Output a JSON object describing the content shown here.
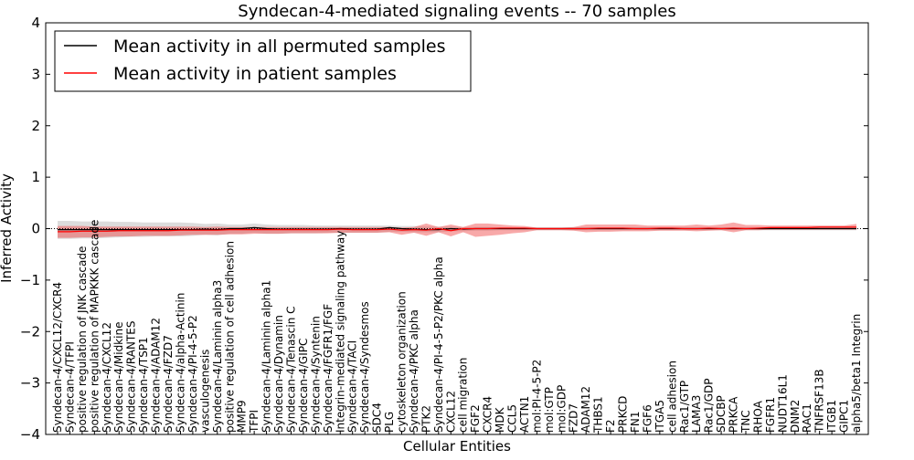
{
  "chart_data": {
    "type": "line",
    "title": "Syndecan-4-mediated signaling events -- 70 samples",
    "xlabel": "Cellular Entities",
    "ylabel": "Inferred Activity",
    "ylim": [
      -4,
      4
    ],
    "yticks": [
      "−4",
      "−3",
      "−2",
      "−1",
      "0",
      "1",
      "2",
      "3",
      "4"
    ],
    "grid": false,
    "legend_position": "top-left",
    "categories": [
      "Syndecan-4/CXCL12/CXCR4",
      "Syndecan-4/TFPI",
      "positive regulation of JNK cascade",
      "positive regulation of MAPKKK cascade",
      "Syndecan-4/CXCL12",
      "Syndecan-4/Midkine",
      "Syndecan-4/RANTES",
      "Syndecan-4/TSP1",
      "Syndecan-4/ADAM12",
      "Syndecan-4/FZD7",
      "Syndecan-4/alpha-Actinin",
      "Syndecan-4/PI-4-5-P2",
      "vasculogenesis",
      "Syndecan-4/Laminin alpha3",
      "positive regulation of cell adhesion",
      "MMP9",
      "TFPI",
      "Syndecan-4/Laminin alpha1",
      "Syndecan-4/Dynamin",
      "Syndecan-4/Tenascin C",
      "Syndecan-4/GIPC",
      "Syndecan-4/Syntenin",
      "Syndecan-4/FGFR1/FGF",
      "Integrin-mediated signaling pathway",
      "Syndecan-4/TACI",
      "Syndecan-4/Syndesmos",
      "SDC4",
      "PLG",
      "cytoskeleton organization",
      "Syndecan-4/PKC alpha",
      "PTK2",
      "Syndecan-4/PI-4-5-P2/PKC alpha",
      "CXCL12",
      "cell migration",
      "FGF2",
      "CXCR4",
      "MDK",
      "CCL5",
      "ACTN1",
      "mol:PI-4-5-P2",
      "mol:GTP",
      "mol:GDP",
      "FZD7",
      "ADAM12",
      "THBS1",
      "F2",
      "PRKCD",
      "FN1",
      "FGF6",
      "ITGA5",
      "cell adhesion",
      "Rac1/GTP",
      "LAMA3",
      "Rac1/GDP",
      "SDCBP",
      "PRKCA",
      "TNC",
      "RHOA",
      "FGFR1",
      "NUDT16L1",
      "DNM2",
      "RAC1",
      "TNFRSF13B",
      "ITGB1",
      "GIPC1",
      "alpha5/beta1 Integrin"
    ],
    "series": [
      {
        "name": "Mean activity in all permuted samples",
        "color": "#000000",
        "values": [
          -0.02,
          -0.02,
          -0.02,
          -0.02,
          -0.02,
          -0.02,
          -0.02,
          -0.02,
          -0.02,
          -0.02,
          -0.02,
          -0.02,
          -0.01,
          -0.02,
          0.0,
          0.0,
          0.02,
          0.0,
          -0.01,
          -0.01,
          -0.01,
          -0.01,
          -0.01,
          0.0,
          -0.01,
          -0.01,
          -0.01,
          0.02,
          0.0,
          -0.01,
          -0.02,
          -0.02,
          0.0,
          -0.01,
          0.0,
          0.0,
          0.0,
          0.0,
          0.0,
          0.0,
          0.0,
          0.0,
          0.0,
          0.0,
          0.0,
          0.0,
          0.0,
          0.0,
          0.0,
          0.0,
          0.0,
          0.0,
          0.0,
          0.0,
          0.0,
          0.0,
          0.0,
          0.0,
          0.0,
          0.0,
          0.0,
          0.0,
          0.0,
          0.0,
          0.0,
          0.0
        ],
        "band_upper": [
          0.15,
          0.15,
          0.14,
          0.14,
          0.14,
          0.13,
          0.13,
          0.12,
          0.12,
          0.12,
          0.12,
          0.11,
          0.09,
          0.1,
          0.08,
          0.08,
          0.1,
          0.08,
          0.07,
          0.07,
          0.07,
          0.06,
          0.06,
          0.06,
          0.06,
          0.06,
          0.06,
          0.06,
          0.05,
          0.05,
          0.04,
          0.04,
          0.04,
          0.03,
          0.03,
          0.03,
          0.02,
          0.02,
          0.02,
          0.02,
          0.02,
          0.02,
          0.02,
          0.02,
          0.02,
          0.02,
          0.02,
          0.02,
          0.02,
          0.02,
          0.02,
          0.02,
          0.02,
          0.02,
          0.02,
          0.02,
          0.02,
          0.02,
          0.02,
          0.02,
          0.02,
          0.02,
          0.02,
          0.02,
          0.02,
          0.02
        ],
        "band_lower": [
          -0.2,
          -0.2,
          -0.19,
          -0.19,
          -0.18,
          -0.17,
          -0.16,
          -0.16,
          -0.15,
          -0.15,
          -0.15,
          -0.14,
          -0.12,
          -0.13,
          -0.1,
          -0.1,
          -0.08,
          -0.1,
          -0.1,
          -0.09,
          -0.09,
          -0.09,
          -0.08,
          -0.08,
          -0.08,
          -0.08,
          -0.08,
          -0.06,
          -0.06,
          -0.07,
          -0.07,
          -0.07,
          -0.05,
          -0.05,
          -0.04,
          -0.04,
          -0.03,
          -0.03,
          -0.03,
          -0.03,
          -0.03,
          -0.03,
          -0.03,
          -0.03,
          -0.03,
          -0.03,
          -0.03,
          -0.03,
          -0.03,
          -0.03,
          -0.03,
          -0.03,
          -0.03,
          -0.03,
          -0.03,
          -0.03,
          -0.03,
          -0.03,
          -0.03,
          -0.03,
          -0.03,
          -0.03,
          -0.03,
          -0.03,
          -0.03,
          -0.03
        ]
      },
      {
        "name": "Mean activity in patient samples",
        "color": "#ff0000",
        "values": [
          -0.06,
          -0.06,
          -0.05,
          -0.05,
          -0.05,
          -0.04,
          -0.04,
          -0.04,
          -0.04,
          -0.04,
          -0.03,
          -0.03,
          -0.03,
          -0.03,
          -0.02,
          -0.02,
          -0.02,
          -0.02,
          -0.02,
          -0.02,
          -0.02,
          -0.02,
          -0.02,
          -0.01,
          -0.02,
          -0.02,
          -0.02,
          -0.01,
          -0.03,
          -0.02,
          -0.03,
          0.0,
          -0.04,
          0.0,
          0.0,
          0.0,
          0.01,
          0.01,
          0.01,
          0.0,
          0.0,
          0.0,
          0.0,
          0.0,
          0.01,
          0.01,
          0.01,
          0.0,
          0.0,
          0.01,
          0.01,
          0.0,
          0.0,
          0.01,
          0.0,
          0.01,
          0.0,
          0.01,
          0.02,
          0.02,
          0.02,
          0.02,
          0.03,
          0.03,
          0.03,
          0.03
        ],
        "band_upper": [
          0.05,
          0.05,
          0.05,
          0.04,
          0.04,
          0.04,
          0.04,
          0.04,
          0.04,
          0.04,
          0.04,
          0.04,
          0.03,
          0.04,
          0.03,
          0.03,
          0.03,
          0.03,
          0.03,
          0.03,
          0.03,
          0.03,
          0.03,
          0.03,
          0.03,
          0.03,
          0.03,
          0.03,
          0.02,
          0.03,
          0.1,
          0.03,
          0.08,
          0.03,
          0.1,
          0.1,
          0.08,
          0.06,
          0.05,
          0.02,
          0.02,
          0.02,
          0.03,
          0.08,
          0.08,
          0.08,
          0.08,
          0.08,
          0.06,
          0.06,
          0.06,
          0.06,
          0.08,
          0.06,
          0.08,
          0.12,
          0.07,
          0.07,
          0.06,
          0.06,
          0.06,
          0.06,
          0.06,
          0.06,
          0.06,
          0.09
        ],
        "band_lower": [
          -0.18,
          -0.18,
          -0.17,
          -0.17,
          -0.16,
          -0.15,
          -0.15,
          -0.14,
          -0.14,
          -0.14,
          -0.13,
          -0.12,
          -0.12,
          -0.12,
          -0.11,
          -0.11,
          -0.1,
          -0.1,
          -0.1,
          -0.09,
          -0.09,
          -0.09,
          -0.09,
          -0.08,
          -0.08,
          -0.08,
          -0.08,
          -0.07,
          -0.12,
          -0.08,
          -0.14,
          -0.07,
          -0.15,
          -0.07,
          -0.16,
          -0.14,
          -0.12,
          -0.09,
          -0.07,
          -0.03,
          -0.03,
          -0.03,
          -0.04,
          -0.07,
          -0.06,
          -0.06,
          -0.05,
          -0.05,
          -0.05,
          -0.04,
          -0.04,
          -0.04,
          -0.05,
          -0.04,
          -0.03,
          -0.07,
          -0.03,
          -0.03,
          -0.02,
          -0.02,
          -0.02,
          -0.02,
          -0.02,
          -0.02,
          -0.02,
          -0.02
        ]
      }
    ]
  }
}
